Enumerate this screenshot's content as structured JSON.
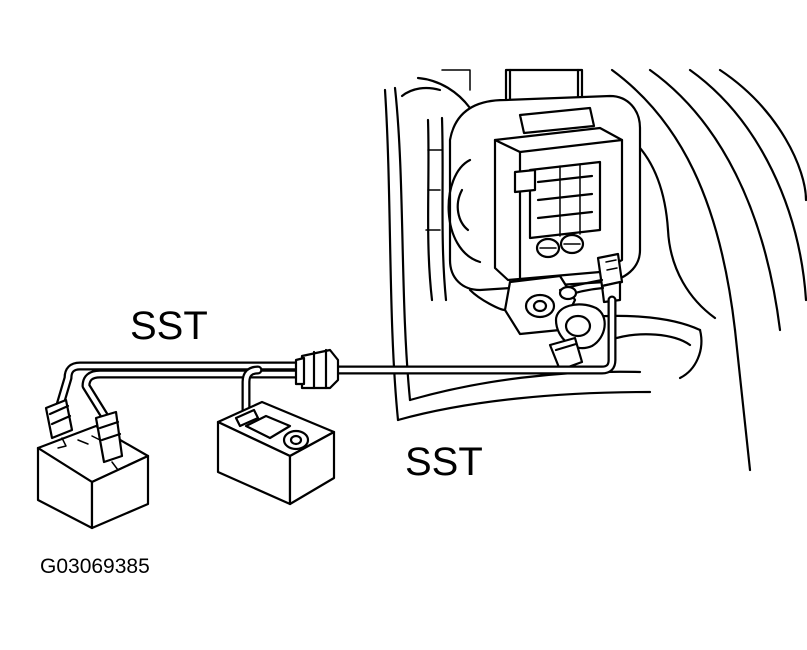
{
  "labels": {
    "sst_upper": "SST",
    "sst_lower": "SST",
    "figure_code": "G03069385"
  },
  "colors": {
    "line": "#000000",
    "background": "#ffffff"
  }
}
